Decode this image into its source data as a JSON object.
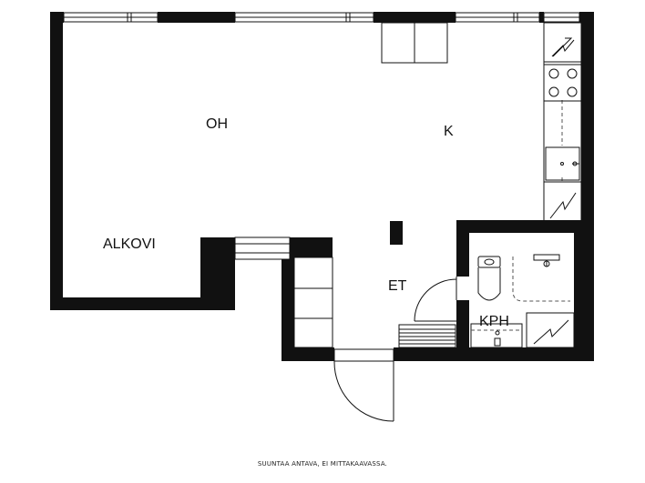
{
  "rooms": {
    "oh": "OH",
    "k": "K",
    "alkovi": "ALKOVI",
    "et": "ET",
    "kph": "KPH"
  },
  "disclaimer": "SUUNTAA ANTAVA, EI MITTAKAAVASSA.",
  "colors": {
    "wall": "#111111",
    "background": "#ffffff",
    "fixture_line": "#111111",
    "dashed_line": "#555555"
  }
}
